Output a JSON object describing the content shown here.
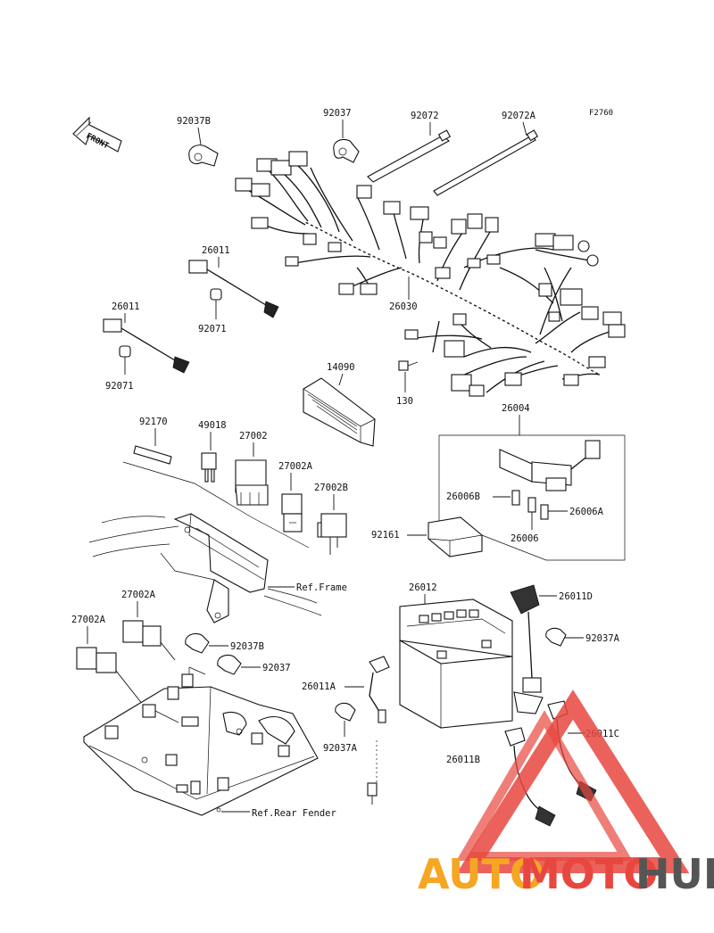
{
  "figure_code": "F2760",
  "front_arrow_label": "FRONT",
  "labels": {
    "p92037B_top": "92037B",
    "p92037_top": "92037",
    "p92072": "92072",
    "p92072A": "92072A",
    "p26011_a": "26011",
    "p92071_a": "92071",
    "p26011_b": "26011",
    "p92071_b": "92071",
    "p26030": "26030",
    "p14090": "14090",
    "p130": "130",
    "p26004": "26004",
    "p92170": "92170",
    "p49018": "49018",
    "p27002": "27002",
    "p27002A_top": "27002A",
    "p27002B": "27002B",
    "p26006B": "26006B",
    "p26006A": "26006A",
    "p26006": "26006",
    "p92161": "92161",
    "ref_frame": "Ref.Frame",
    "p26012": "26012",
    "p26011D": "26011D",
    "p92037A_right": "92037A",
    "p27002A_mid": "27002A",
    "p27002A_left": "27002A",
    "p92037B_mid": "92037B",
    "p92037_mid": "92037",
    "p26011A": "26011A",
    "p92037A_low": "92037A",
    "p26011B": "26011B",
    "p26011C": "26011C",
    "ref_rear_fender": "Ref.Rear Fender"
  },
  "watermark": {
    "text_part1": "AUTO",
    "text_part2": "MOTO",
    "text_part3": "HUB",
    "color_orange": "#f5a623",
    "color_red": "#e8473f",
    "color_grey": "#555555"
  }
}
